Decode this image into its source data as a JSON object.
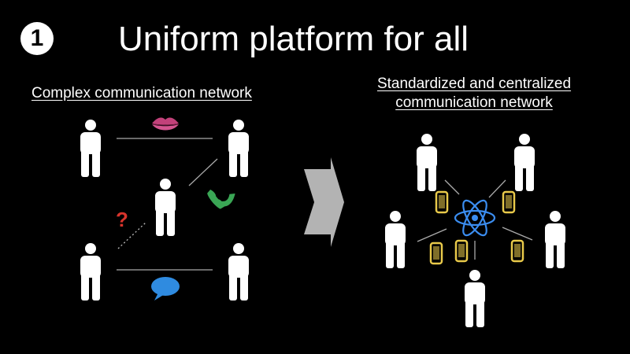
{
  "slide": {
    "step_number": "1",
    "title": "Uniform platform for all"
  },
  "left_panel": {
    "caption": "Complex communication network",
    "icons": [
      "lips-icon",
      "phone-icon",
      "question-mark-icon",
      "speech-bubble-icon"
    ],
    "question_mark": "?"
  },
  "right_panel": {
    "caption_line1": "Standardized and centralized",
    "caption_line2": "communication network",
    "icons": [
      "react-atom-icon",
      "smartphone-icon"
    ]
  },
  "colors": {
    "background": "#000000",
    "text": "#ffffff",
    "person": "#ffffff",
    "connector": "#aaaaaa",
    "arrow": "#b3b3b3",
    "lips": "#c2417a",
    "phone": "#3aa655",
    "question": "#d8342c",
    "speech_bubble": "#2f8be0",
    "atom": "#3b8df0",
    "smartphone": "#e8c94a"
  }
}
